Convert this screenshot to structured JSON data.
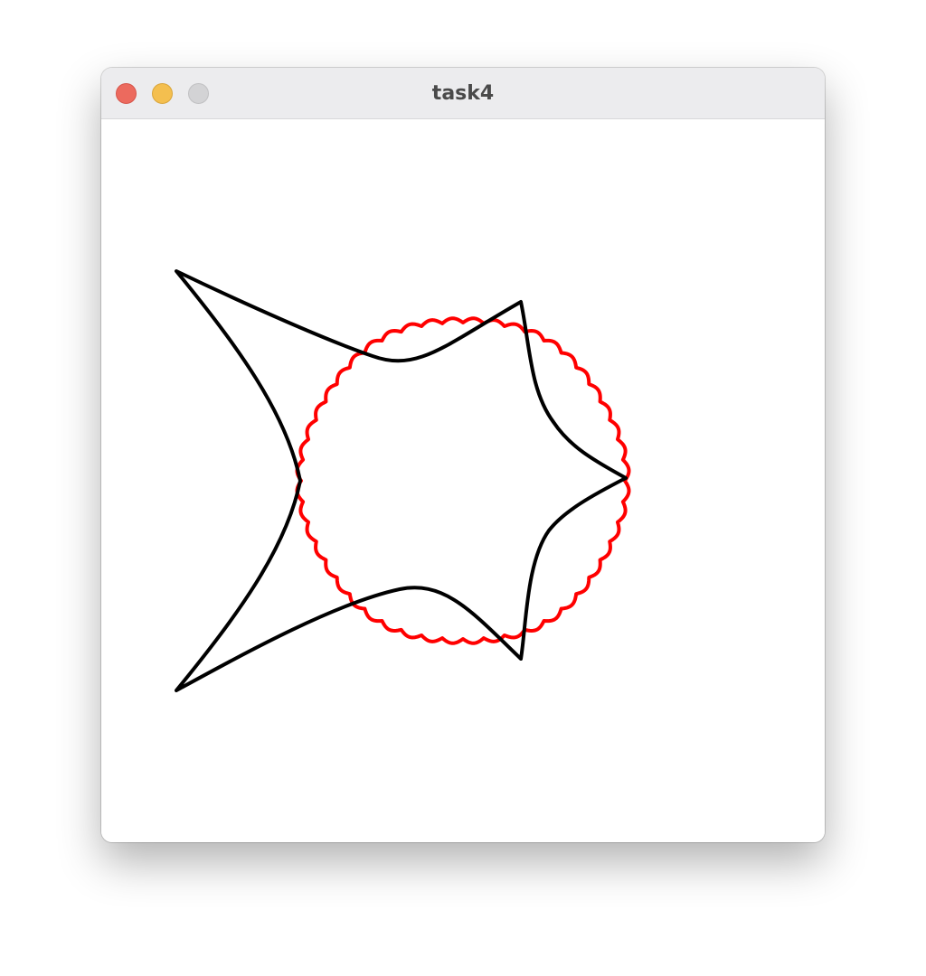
{
  "window": {
    "title": "task4",
    "controls": [
      "close",
      "minimize",
      "zoom"
    ]
  },
  "canvas": {
    "background": "#ffffff",
    "curves": [
      {
        "name": "red-fractal-curve",
        "color": "#ff0000"
      },
      {
        "name": "black-star-curve",
        "color": "#000000"
      }
    ]
  },
  "colors": {
    "titlebar": "#ececee",
    "close": "#ec6a5e",
    "minimize": "#f4bf4f",
    "zoom": "#d3d3d5"
  }
}
